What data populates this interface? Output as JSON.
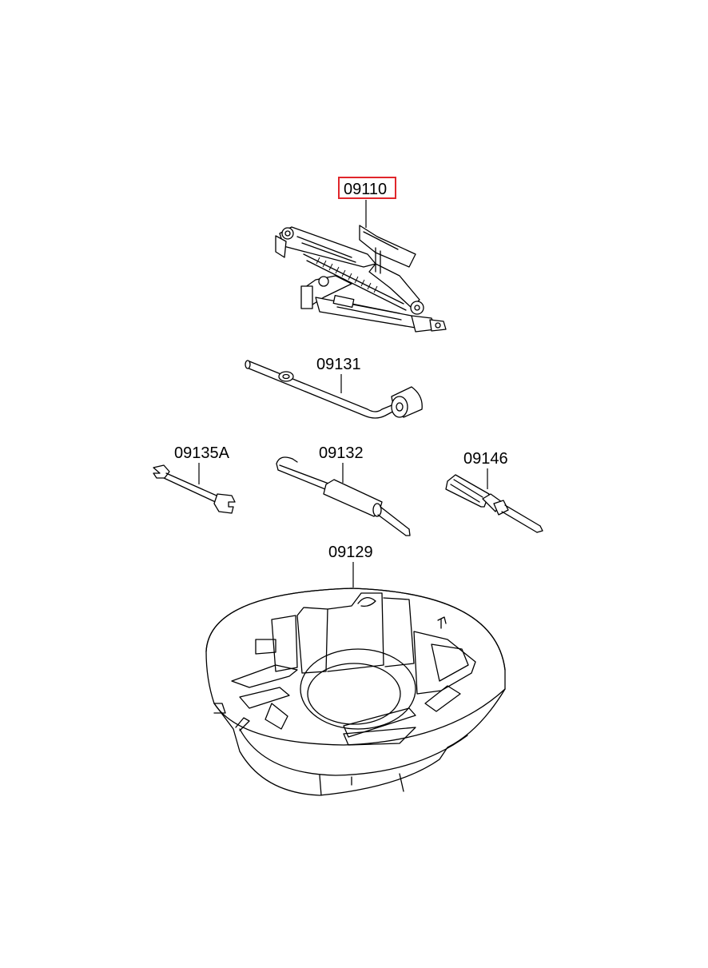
{
  "diagram": {
    "highlight_color": "#e0262b",
    "parts": [
      {
        "id": "jack",
        "label": "09110",
        "icon": "scissor-jack-icon",
        "highlighted": true
      },
      {
        "id": "jack-handle",
        "label": "09131",
        "icon": "jack-handle-icon",
        "highlighted": false
      },
      {
        "id": "wrench",
        "label": "09135A",
        "icon": "wrench-icon",
        "highlighted": false
      },
      {
        "id": "hook-tool",
        "label": "09132",
        "icon": "hook-rod-icon",
        "highlighted": false
      },
      {
        "id": "screwdriver",
        "label": "09146",
        "icon": "screwdriver-icon",
        "highlighted": false
      },
      {
        "id": "tool-tray",
        "label": "09129",
        "icon": "tool-tray-icon",
        "highlighted": false
      }
    ]
  }
}
